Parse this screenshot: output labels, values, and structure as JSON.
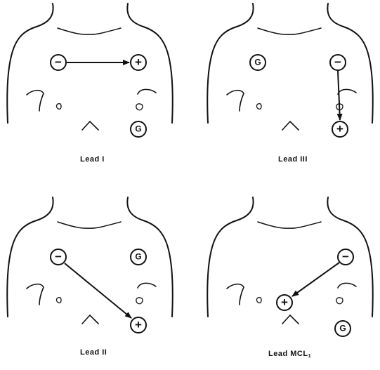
{
  "panels": [
    {
      "label": "Lead I",
      "electrodes": {
        "negative": "−",
        "positive": "+",
        "ground": "G"
      }
    },
    {
      "label": "Lead III",
      "electrodes": {
        "negative": "−",
        "positive": "+",
        "ground": "G"
      }
    },
    {
      "label": "Lead II",
      "electrodes": {
        "negative": "−",
        "positive": "+",
        "ground": "G"
      }
    },
    {
      "label": "Lead MCL",
      "label_subscript": "1",
      "electrodes": {
        "negative": "−",
        "positive": "+",
        "ground": "G"
      }
    }
  ]
}
